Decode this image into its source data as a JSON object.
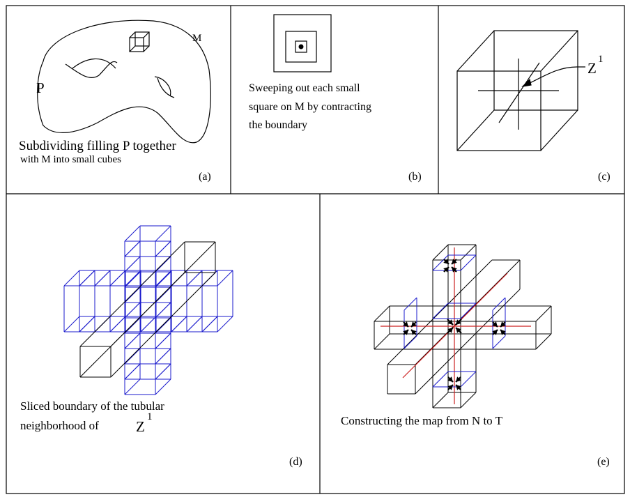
{
  "panels": {
    "a": {
      "label": "(a)",
      "filling_label": "P",
      "manifold_label": "M",
      "caption_line1": "Subdividing filling P together",
      "caption_line2": "with M into small cubes"
    },
    "b": {
      "label": "(b)",
      "caption_line1": "Sweeping out each small",
      "caption_line2": "square on M by contracting",
      "caption_line3": "the boundary"
    },
    "c": {
      "label": "(c)",
      "curve_label": "Z",
      "curve_sup": "1"
    },
    "d": {
      "label": "(d)",
      "caption_line1": "Sliced boundary of the tubular",
      "caption_line2": "neighborhood of",
      "z_label": "Z",
      "z_sup": "1"
    },
    "e": {
      "label": "(e)",
      "caption": "Constructing the map from N to T"
    }
  },
  "colors": {
    "line": "#000000",
    "slice_blue": "#1a1acc",
    "axis_red": "#cc2020"
  }
}
